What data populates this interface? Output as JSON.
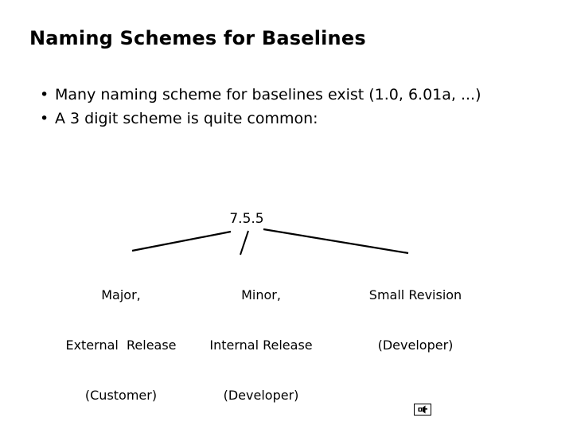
{
  "slide": {
    "title": "Naming Schemes for Baselines",
    "background_color": "#ffffff",
    "text_color": "#000000"
  },
  "bullets": [
    {
      "marker": "•",
      "text": "Many naming scheme for baselines exist (1.0, 6.01a, ...)"
    },
    {
      "marker": "•",
      "text": "A 3 digit scheme is quite common:"
    }
  ],
  "diagram": {
    "type": "tree",
    "root_label": "7.5.5",
    "leaves": [
      {
        "line1": "Major,",
        "line2": "External  Release",
        "line3": "(Customer)"
      },
      {
        "line1": "Minor,",
        "line2": "Internal Release",
        "line3": "(Developer)"
      },
      {
        "line1": "Small Revision",
        "line2": "(Developer)",
        "line3": ""
      }
    ],
    "connector_color": "#000000"
  },
  "footer": {
    "icon_name": "media-object-icon"
  }
}
